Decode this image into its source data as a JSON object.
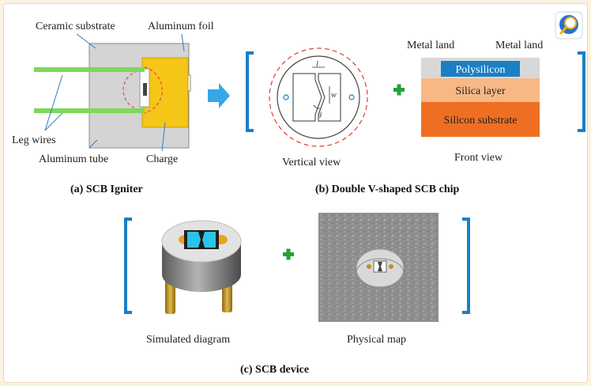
{
  "colors": {
    "bracket": "#1b7fc4",
    "plus": "#22a33a",
    "arrow": "#36a6e6",
    "leg_wire": "#7ed957",
    "charge": "#f5c518",
    "tube": "#c7c7c7",
    "polysilicon": "#1b7fc4",
    "silica": "#f8b885",
    "silicon": "#ee6f22",
    "dashed_circle": "#e24a4a"
  },
  "icons": {
    "corner": "magnifier-icon",
    "arrow": "right-arrow-icon",
    "plus": "plus-icon"
  },
  "panel_a": {
    "labels": {
      "ceramic": "Ceramic substrate",
      "foil": "Aluminum foil",
      "legs": "Leg wires",
      "tube": "Aluminum tube",
      "charge": "Charge"
    },
    "caption": "(a) SCB Igniter"
  },
  "panel_b": {
    "vertical_view": {
      "label": "Vertical view",
      "symbols": {
        "l": "l",
        "w": "w",
        "theta": "θ"
      }
    },
    "front_view": {
      "label": "Front view",
      "metal_left": "Metal land",
      "metal_right": "Metal land",
      "layers": [
        "Polysilicon",
        "Silica layer",
        "Silicon substrate"
      ]
    },
    "caption": "(b) Double V-shaped SCB chip"
  },
  "panel_c": {
    "simulated_label": "Simulated diagram",
    "physical_label": "Physical map",
    "caption": "(c) SCB device"
  }
}
